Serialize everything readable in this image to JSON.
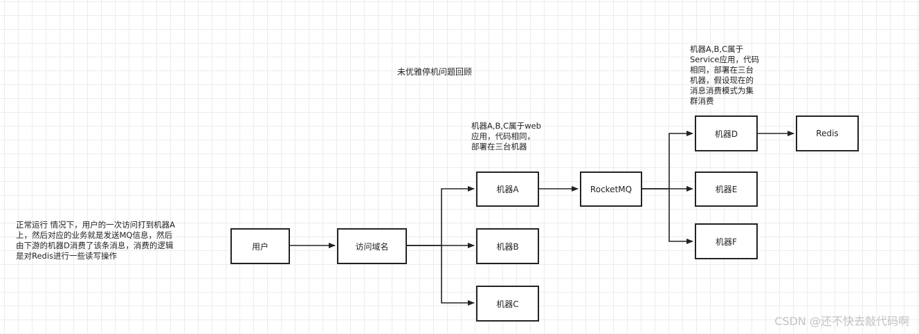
{
  "diagram": {
    "title": "未优雅停机问题回顾",
    "nodes": {
      "user": "用户",
      "domain": "访问域名",
      "machine_a": "机器A",
      "machine_b": "机器B",
      "machine_c": "机器C",
      "rocketmq": "RocketMQ",
      "machine_d": "机器D",
      "machine_e": "机器E",
      "machine_f": "机器F",
      "redis": "Redis"
    },
    "notes": {
      "left": "正常运行 情况下，用户的一次访问打到机器A\n上，然后对应的业务就是发送MQ信息，然后\n由下游的机器D消费了该条消息，消费的逻辑\n是对Redis进行一些读写操作",
      "web": "机器A,B,C属于web\n应用，代码相同，\n部署在三台机器",
      "service": "机器A,B,C属于\nService应用，代码\n相同，部署在三台\n机器，假设现在的\n消息消费模式为集\n群消费"
    }
  },
  "watermark": "CSDN @还不快去敲代码啊"
}
